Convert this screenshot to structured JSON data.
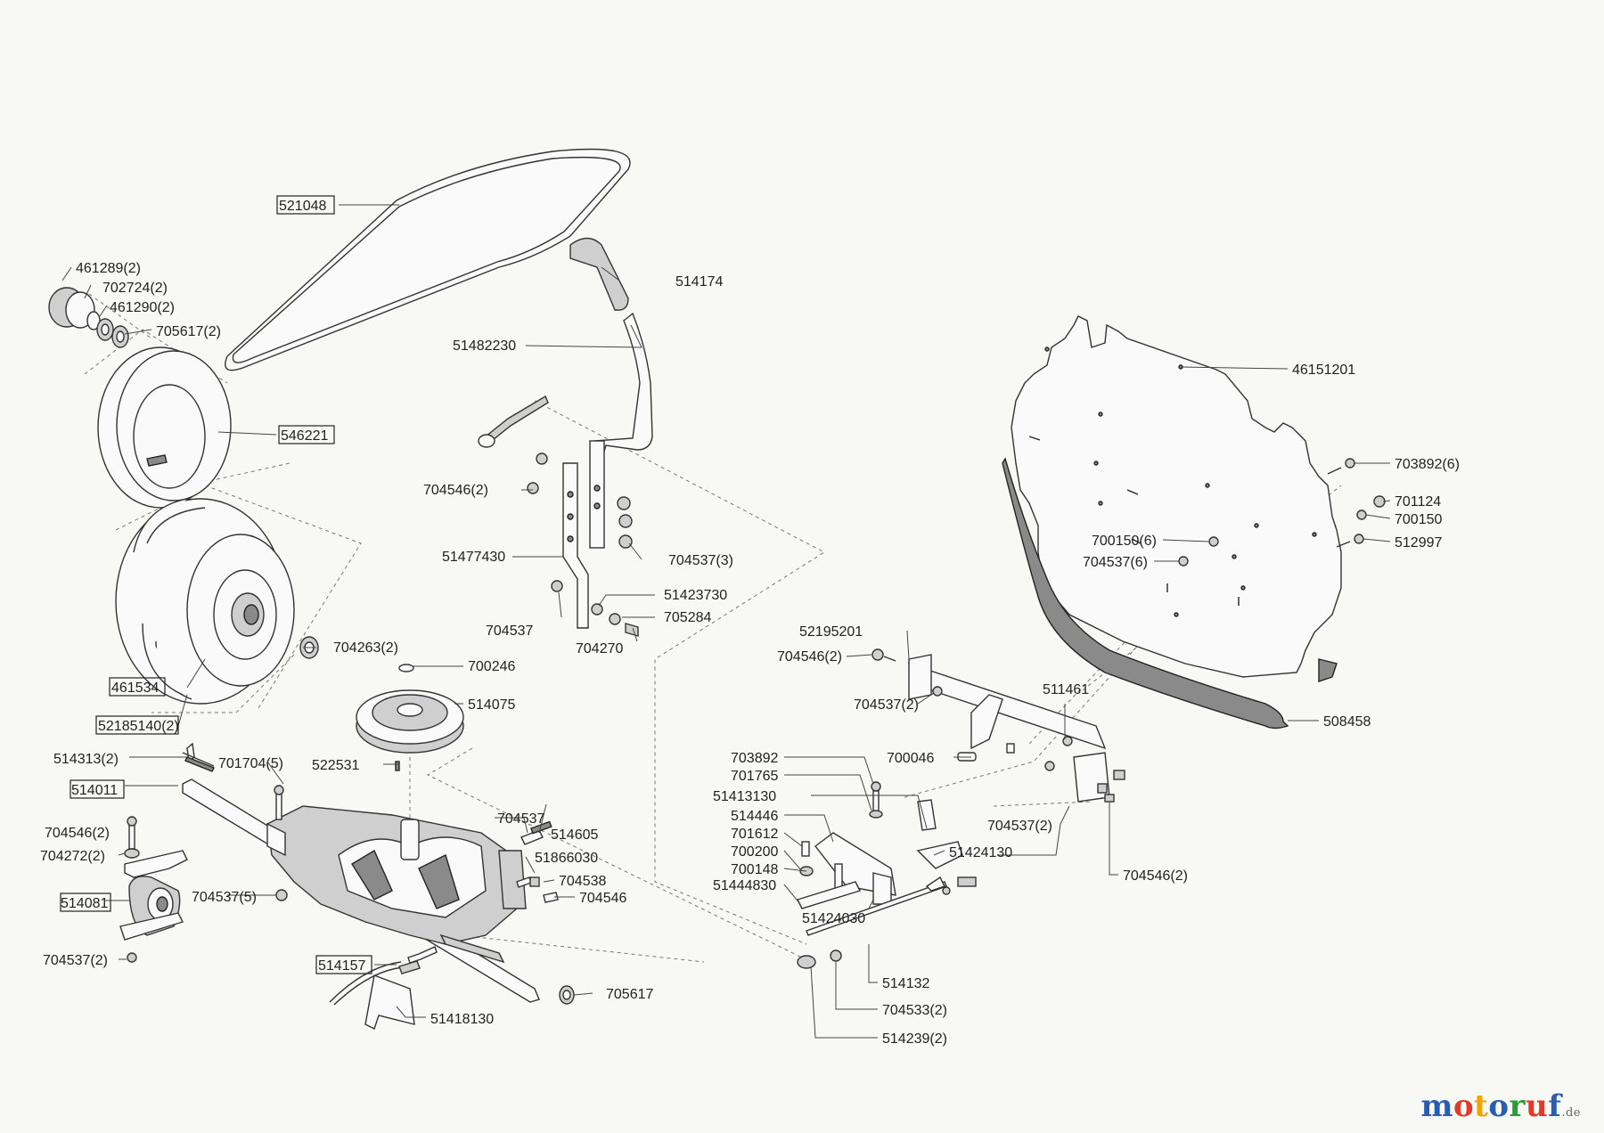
{
  "labels": {
    "l521048": "521048",
    "l461289": "461289(2)",
    "l702724": "702724(2)",
    "l461290": "461290(2)",
    "l705617a": "705617(2)",
    "l546221": "546221",
    "l461534": "461534",
    "l52185140": "52185140(2)",
    "l704263": "704263(2)",
    "l514174": "514174",
    "l51482230": "51482230",
    "l704546a": "704546(2)",
    "l51477430": "51477430",
    "l704537_3": "704537(3)",
    "l704537a": "704537",
    "l51423730": "51423730",
    "l705284": "705284",
    "l704270": "704270",
    "l700246": "700246",
    "l514075": "514075",
    "l514313": "514313(2)",
    "l701704": "701704(5)",
    "l522531": "522531",
    "l514011": "514011",
    "l704546b": "704546(2)",
    "l704272": "704272(2)",
    "l514081": "514081",
    "l704537_5": "704537(5)",
    "l704537_2a": "704537(2)",
    "l704537b": "704537",
    "l514605": "514605",
    "l51866030": "51866030",
    "l704538": "704538",
    "l704546c": "704546",
    "l514157": "514157",
    "l705617b": "705617",
    "l51418130": "51418130",
    "l46151201": "46151201",
    "l703892_6": "703892(6)",
    "l701124": "701124",
    "l700150": "700150",
    "l512997": "512997",
    "l700150_6": "700150(6)",
    "l704537_6": "704537(6)",
    "l52195201": "52195201",
    "l704546d": "704546(2)",
    "l704537_2b": "704537(2)",
    "l511461": "511461",
    "l508458": "508458",
    "l703892": "703892",
    "l701765": "701765",
    "l700046": "700046",
    "l51413130": "51413130",
    "l514446": "514446",
    "l701612": "701612",
    "l700200": "700200",
    "l700148": "700148",
    "l51444830": "51444830",
    "l51424130": "51424130",
    "l704537_2c": "704537(2)",
    "l704546e": "704546(2)",
    "l51424030": "51424030",
    "l514132": "514132",
    "l704533": "704533(2)",
    "l514239": "514239(2)"
  },
  "logo": {
    "text": "motoruf",
    "suffix": ".de"
  },
  "colors": {
    "logo_letters": [
      "#2a5bb5",
      "#e23a2a",
      "#f0a400",
      "#2a5bb5",
      "#2a9a3a",
      "#e23a2a",
      "#2a5bb5"
    ]
  }
}
